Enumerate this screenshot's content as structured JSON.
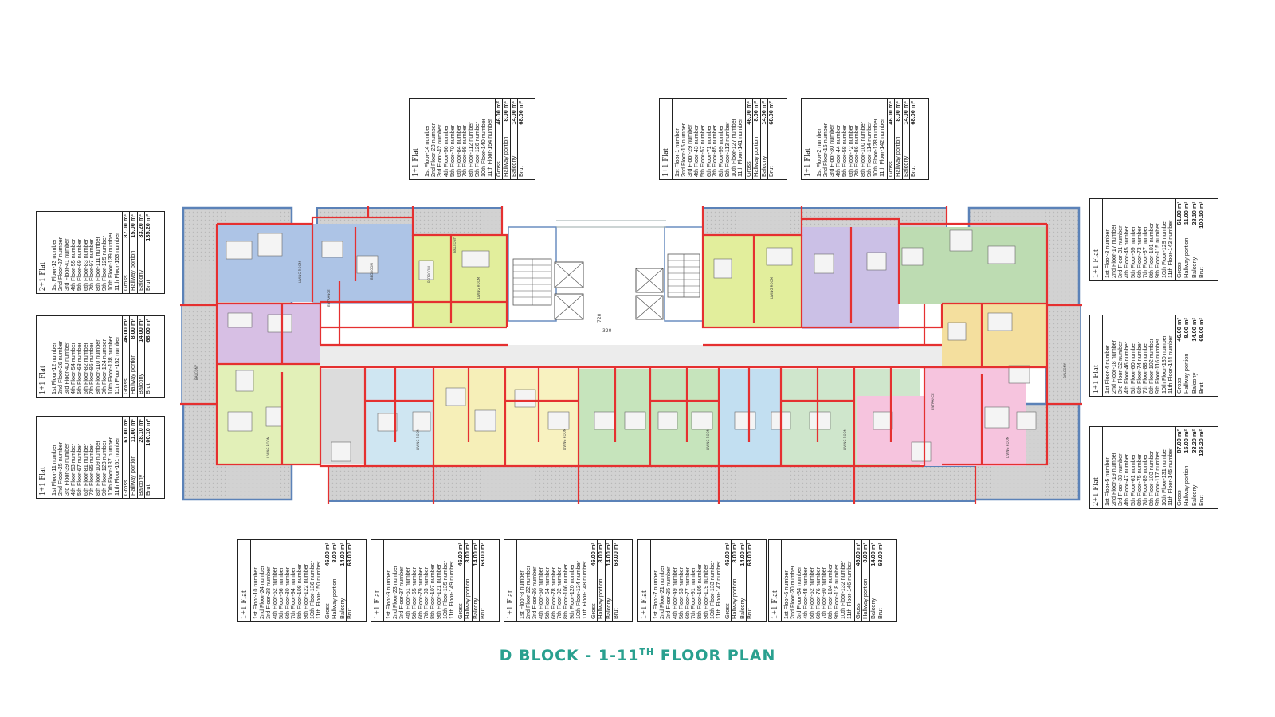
{
  "title": {
    "main": "D BLOCK - 1-11",
    "sup": "TH",
    "rest": " FLOOR PLAN"
  },
  "colors": {
    "wall": "#e53030",
    "title": "#29a08f",
    "terrace": "#5b82b8"
  },
  "units": [
    {
      "id": "top-1",
      "type": "1+1 Flat",
      "floors": [
        "1st Floor-14 number",
        "2nd Floor-28 number",
        "3rd Floor-42 number",
        "4th Floor-56 number",
        "5th Floor-70 number",
        "6th Floor-84 number",
        "7th Floor-98 number",
        "8th Floor-112 number",
        "9th Floor-126 number",
        "10th Floor-140 number",
        "11th Floor-154 number"
      ],
      "gross": "46.00 m²",
      "hallway": "8.00 m²",
      "balcony": "14.00 m²",
      "brut": "68.00 m²"
    },
    {
      "id": "top-2",
      "type": "1+1 Flat",
      "floors": [
        "1st Floor-1 number",
        "2nd Floor-15 number",
        "3rd Floor-29 number",
        "4th Floor-43 number",
        "5th Floor-57 number",
        "6th Floor-71 number",
        "7th Floor-85 number",
        "8th Floor-99 number",
        "9th Floor-113 number",
        "10th Floor-127 number",
        "11th Floor-141 number"
      ],
      "gross": "46.00 m²",
      "hallway": "8.00 m²",
      "balcony": "14.00 m²",
      "brut": "68.00 m²"
    },
    {
      "id": "top-3",
      "type": "1+1 Flat",
      "floors": [
        "1st Floor-2 number",
        "2nd Floor-16 number",
        "3rd Floor-30 number",
        "4th Floor-44 number",
        "5th Floor-58 number",
        "6th Floor-72 number",
        "7th Floor-86 number",
        "8th Floor-100 number",
        "9th Floor-114 number",
        "10th Floor-128 number",
        "11th Floor-142 number"
      ],
      "gross": "46.00 m²",
      "hallway": "8.00 m²",
      "balcony": "14.00 m²",
      "brut": "68.00 m²"
    },
    {
      "id": "left-1",
      "type": "2+1 Flat",
      "floors": [
        "1st Floor-13 number",
        "2nd Floor-27 number",
        "3rd Floor-41 number",
        "4th Floor-55 number",
        "5th Floor-69 number",
        "6th Floor-83 number",
        "7th Floor-97 number",
        "8th Floor-111 number",
        "9th Floor-125 number",
        "10th Floor-139 number",
        "11th Floor-153 number"
      ],
      "gross": "87.00 m²",
      "hallway": "15.00 m²",
      "balcony": "33.20 m²",
      "brut": "135.20 m²"
    },
    {
      "id": "left-2",
      "type": "1+1 Flat",
      "floors": [
        "1st Floor-12 number",
        "2nd Floor-26 number",
        "3rd Floor-40 number",
        "4th Floor-54 number",
        "5th Floor-68 number",
        "6th Floor-82 number",
        "7th Floor-96 number",
        "8th Floor-110 number",
        "9th Floor-124 number",
        "10th Floor-138 number",
        "11th Floor-152 number"
      ],
      "gross": "46.00 m²",
      "hallway": "8.00 m²",
      "balcony": "14.00 m²",
      "brut": "68.00 m²"
    },
    {
      "id": "left-3",
      "type": "1+1 Flat",
      "floors": [
        "1st Floor-11 number",
        "2nd Floor-25 number",
        "3rd Floor-39 number",
        "4th Floor-53 number",
        "5th Floor-67 number",
        "6th Floor-81 number",
        "7th Floor-95 number",
        "8th Floor-109 number",
        "9th Floor-123 number",
        "10th Floor-137 number",
        "11th Floor-151 number"
      ],
      "gross": "61.00 m²",
      "hallway": "11.00 m²",
      "balcony": "28.10 m²",
      "brut": "100.10 m²"
    },
    {
      "id": "right-1",
      "type": "1+1 Flat",
      "floors": [
        "1st Floor-3 number",
        "2nd Floor-17 number",
        "3rd Floor-31 number",
        "4th Floor-45 number",
        "5th Floor-59 number",
        "6th Floor-73 number",
        "7th Floor-87 number",
        "8th Floor-101 number",
        "9th Floor-115 number",
        "10th Floor-129 number",
        "11th Floor-143 number"
      ],
      "gross": "61.00 m²",
      "hallway": "11.00 m²",
      "balcony": "28.10 m²",
      "brut": "100.10 m²"
    },
    {
      "id": "right-2",
      "type": "1+1 Flat",
      "floors": [
        "1st Floor-4 number",
        "2nd Floor-18 number",
        "3rd Floor-32 number",
        "4th Floor-46 number",
        "5th Floor-60 number",
        "6th Floor-74 number",
        "7th Floor-88 number",
        "8th Floor-102 number",
        "9th Floor-116 number",
        "10th Floor-130 number",
        "11th Floor-144 number"
      ],
      "gross": "46.00 m²",
      "hallway": "8.00 m²",
      "balcony": "14.00 m²",
      "brut": "68.00 m²"
    },
    {
      "id": "right-3",
      "type": "2+1 Flat",
      "floors": [
        "1st Floor-5 number",
        "2nd Floor-19 number",
        "3rd Floor-33 number",
        "4th Floor-47 number",
        "5th Floor-61 number",
        "6th Floor-75 number",
        "7th Floor-89 number",
        "8th Floor-103 number",
        "9th Floor-117 number",
        "10th Floor-131 number",
        "11th Floor-145 number"
      ],
      "gross": "87.00 m²",
      "hallway": "15.00 m²",
      "balcony": "33.20 m²",
      "brut": "135.20 m²"
    },
    {
      "id": "bottom-1",
      "type": "1+1 Flat",
      "floors": [
        "1st Floor-10 number",
        "2nd Floor-24 number",
        "3rd Floor-38 number",
        "4th Floor-52 number",
        "5th Floor-66 number",
        "6th Floor-80 number",
        "7th Floor-94 number",
        "8th Floor-108 number",
        "9th Floor-122 number",
        "10th Floor-136 number",
        "11th Floor-150 number"
      ],
      "gross": "46.00 m²",
      "hallway": "8.00 m²",
      "balcony": "14.00 m²",
      "brut": "68.00 m²"
    },
    {
      "id": "bottom-2",
      "type": "1+1 Flat",
      "floors": [
        "1st Floor-9 number",
        "2nd Floor-23 number",
        "3rd Floor-37 number",
        "4th Floor-51 number",
        "5th Floor-65 number",
        "6th Floor-79 number",
        "7th Floor-93 number",
        "8th Floor-107 number",
        "9th Floor-121 number",
        "10th Floor-135 number",
        "11th Floor-149 number"
      ],
      "gross": "46.00 m²",
      "hallway": "8.00 m²",
      "balcony": "14.00 m²",
      "brut": "68.00 m²"
    },
    {
      "id": "bottom-3",
      "type": "1+1 Flat",
      "floors": [
        "1st Floor-8 number",
        "2nd Floor-22 number",
        "3rd Floor-36 number",
        "4th Floor-50 number",
        "5th Floor-64 number",
        "6th Floor-78 number",
        "7th Floor-92 number",
        "8th Floor-106 number",
        "9th Floor-120 number",
        "10th Floor-134 number",
        "11th Floor-148 number"
      ],
      "gross": "46.00 m²",
      "hallway": "8.00 m²",
      "balcony": "14.00 m²",
      "brut": "68.00 m²"
    },
    {
      "id": "bottom-4",
      "type": "1+1 Flat",
      "floors": [
        "1st Floor-7 number",
        "2nd Floor-21 number",
        "3rd Floor-35 number",
        "4th Floor-49 number",
        "5th Floor-63 number",
        "6th Floor-77 number",
        "7th Floor-91 number",
        "8th Floor-105 number",
        "9th Floor-119 number",
        "10th Floor-133 number",
        "11th Floor-147 number"
      ],
      "gross": "46.00 m²",
      "hallway": "8.00 m²",
      "balcony": "14.00 m²",
      "brut": "68.00 m²"
    },
    {
      "id": "bottom-5",
      "type": "1+1 Flat",
      "floors": [
        "1st Floor-6 number",
        "2nd Floor-20 number",
        "3rd Floor-34 number",
        "4th Floor-48 number",
        "5th Floor-62 number",
        "6th Floor-76 number",
        "7th Floor-90 number",
        "8th Floor-104 number",
        "9th Floor-118 number",
        "10th Floor-132 number",
        "11th Floor-146 number"
      ],
      "gross": "46.00 m²",
      "hallway": "8.00 m²",
      "balcony": "14.00 m²",
      "brut": "68.00 m²"
    }
  ],
  "labels": {
    "gross": "Gross",
    "hallway": "Hallway portion",
    "balcony": "Balcony",
    "brut": "Brut",
    "living_room": "LIVING ROOM",
    "bedroom": "BEDROOM",
    "balcony_room": "BALCONY",
    "entrance": "ENTRANCE",
    "corridor_width": "320",
    "lobby_width": "720"
  }
}
